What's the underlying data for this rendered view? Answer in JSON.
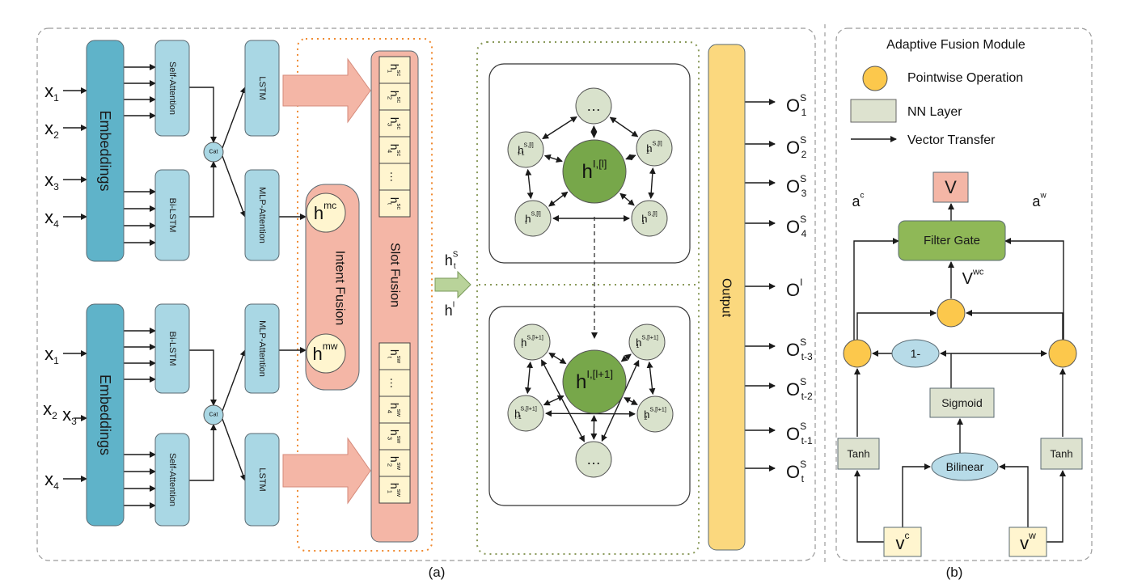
{
  "panel_a": {
    "caption": "(a)",
    "encoder_top": {
      "inputs": [
        {
          "base": "x",
          "sub": "1"
        },
        {
          "base": "x",
          "sub": "2"
        },
        {
          "base": "x",
          "sub": "3"
        },
        {
          "base": "x",
          "sub": "4"
        }
      ],
      "embeddings": "Embeddings",
      "self_attention": "Self-Attention",
      "bilstm": "Bi-LSTM",
      "cat": "Cat",
      "lstm": "LSTM",
      "mlp_attention": "MLP-Attention"
    },
    "encoder_bottom": {
      "inputs": [
        {
          "base": "x",
          "sub": "1"
        },
        {
          "base": "x",
          "sub": "2"
        },
        {
          "base": "x",
          "sub": "3"
        },
        {
          "base": "x",
          "sub": "4"
        }
      ],
      "embeddings": "Embeddings",
      "bilstm": "Bi-LSTM",
      "self_attention": "Self-Attention",
      "cat": "Cat",
      "mlp_attention": "MLP-Attention",
      "lstm": "LSTM"
    },
    "intent_fusion": {
      "label": "Intent Fusion",
      "h_top": {
        "base": "h",
        "sup": "mc"
      },
      "h_bottom": {
        "base": "h",
        "sup": "mw"
      }
    },
    "slot_fusion": {
      "label": "Slot Fusion",
      "top_cells": [
        {
          "base": "h",
          "sub": "1",
          "sup": "sc"
        },
        {
          "base": "h",
          "sub": "2",
          "sup": "sc"
        },
        {
          "base": "h",
          "sub": "3",
          "sup": "sc"
        },
        {
          "base": "h",
          "sub": "4",
          "sup": "sc"
        },
        {
          "base": "…",
          "sub": "",
          "sup": ""
        },
        {
          "base": "h",
          "sub": "t",
          "sup": "sc"
        }
      ],
      "bottom_cells": [
        {
          "base": "h",
          "sub": "t",
          "sup": "sw"
        },
        {
          "base": "…",
          "sub": "",
          "sup": ""
        },
        {
          "base": "h",
          "sub": "4",
          "sup": "sw"
        },
        {
          "base": "h",
          "sub": "3",
          "sup": "sw"
        },
        {
          "base": "h",
          "sub": "2",
          "sup": "sw"
        },
        {
          "base": "h",
          "sub": "1",
          "sup": "sw"
        }
      ]
    },
    "transfer": {
      "top": {
        "base": "h",
        "sub": "t",
        "sup": "S"
      },
      "bottom": {
        "base": "h",
        "sup": "I"
      }
    },
    "graph_top": {
      "center": {
        "base": "h",
        "sup": "I,[l]"
      },
      "dots": "…",
      "nodes": [
        {
          "base": "h",
          "sub": "t-1",
          "sup": "S,[l]"
        },
        {
          "base": "h",
          "sub": "2",
          "sup": "S,[l]"
        },
        {
          "base": "h",
          "sub": "t",
          "sup": "S,[l]"
        },
        {
          "base": "h",
          "sub": "1",
          "sup": "S,[l]"
        }
      ]
    },
    "graph_bottom": {
      "center": {
        "base": "h",
        "sup": "I,[l+1]"
      },
      "dots": "…",
      "nodes": [
        {
          "base": "h",
          "sub": "t",
          "sup": "S,[l+1]"
        },
        {
          "base": "h",
          "sub": "1",
          "sup": "S,[l+1]"
        },
        {
          "base": "h",
          "sub": "t-1",
          "sup": "S,[l+1]"
        },
        {
          "base": "h",
          "sub": "2",
          "sup": "S,[l+1]"
        }
      ]
    },
    "output": {
      "label": "Output",
      "items": [
        {
          "base": "O",
          "sub": "1",
          "sup": "S"
        },
        {
          "base": "O",
          "sub": "2",
          "sup": "S"
        },
        {
          "base": "O",
          "sub": "3",
          "sup": "S"
        },
        {
          "base": "O",
          "sub": "4",
          "sup": "S"
        },
        {
          "base": "O",
          "sub": "",
          "sup": "I"
        },
        {
          "base": "O",
          "sub": "t-3",
          "sup": "S"
        },
        {
          "base": "O",
          "sub": "t-2",
          "sup": "S"
        },
        {
          "base": "O",
          "sub": "t-1",
          "sup": "S"
        },
        {
          "base": "O",
          "sub": "t",
          "sup": "S"
        }
      ]
    }
  },
  "panel_b": {
    "caption": "(b)",
    "legend": {
      "title": "Adaptive Fusion Module",
      "pointwise": "Pointwise Operation",
      "nn_layer": "NN Layer",
      "vector_transfer": "Vector Transfer"
    },
    "v_out": "V",
    "filter_gate": "Filter Gate",
    "a_c": {
      "base": "a",
      "sup": "c"
    },
    "a_w": {
      "base": "a",
      "sup": "w"
    },
    "v_wc": {
      "base": "V",
      "sup": "wc"
    },
    "one_minus": "1-",
    "sigmoid": "Sigmoid",
    "tanh_left": "Tanh",
    "tanh_right": "Tanh",
    "bilinear": "Bilinear",
    "v_c": {
      "base": "v",
      "sup": "c"
    },
    "v_w": {
      "base": "v",
      "sup": "w"
    }
  },
  "colors": {
    "embedding": "#5fb3c9",
    "module": "#a9d7e4",
    "fusion": "#f4b6a6",
    "cell": "#fff5cf",
    "node": "#d9e2cc",
    "center_node": "#77a74a",
    "output": "#fbd87e",
    "pointwise": "#fcc84c",
    "nn_layer": "#dde2cf",
    "filter_gate": "#8fb857",
    "v_out": "#f4b6a6",
    "bilinear": "#b7dbe8"
  }
}
